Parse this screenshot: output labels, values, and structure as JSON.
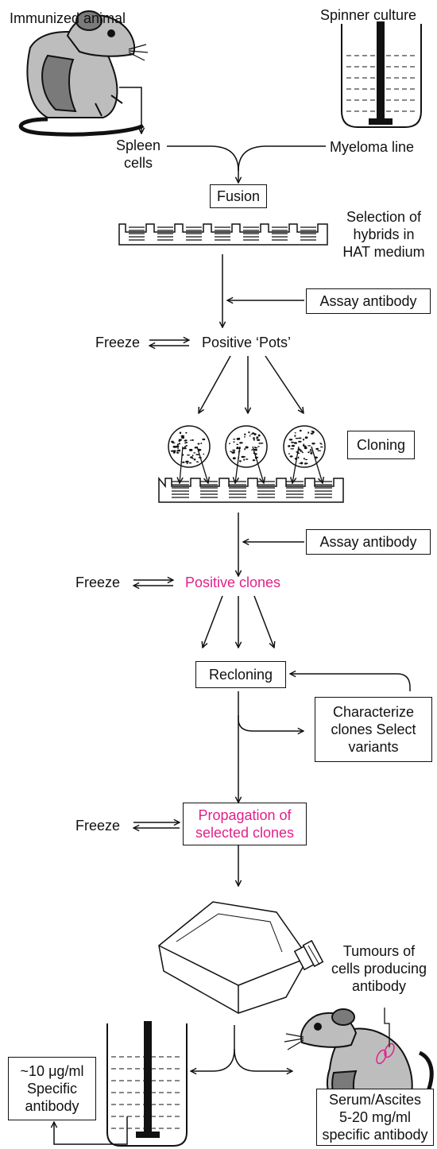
{
  "colors": {
    "ink": "#111111",
    "highlight": "#e0218a",
    "mouse_body": "#bdbdbd",
    "mouse_dark": "#7a7a7a"
  },
  "labels": {
    "immunized_animal": "Immunized animal",
    "spinner_culture": "Spinner culture",
    "spleen_cells": "Spleen\ncells",
    "myeloma_line": "Myeloma line",
    "fusion": "Fusion",
    "selection_hybrids": "Selection of\nhybrids in\nHAT medium",
    "assay_antibody_1": "Assay antibody",
    "freeze_1": "Freeze",
    "positive_pots": "Positive ‘Pots’",
    "cloning": "Cloning",
    "assay_antibody_2": "Assay antibody",
    "freeze_2": "Freeze",
    "positive_clones": "Positive clones",
    "recloning": "Recloning",
    "characterize": "Characterize\nclones Select\nvariants",
    "freeze_3": "Freeze",
    "propagation": "Propagation of\nselected clones",
    "tumours": "Tumours of\ncells producing\nantibody",
    "yield_culture": "~10 μg/ml\nSpecific\nantibody",
    "yield_ascites": "Serum/Ascites\n5-20 mg/ml\nspecific antibody"
  },
  "icons": [
    "mouse-icon",
    "spinner-flask-icon",
    "culture-plate-icon",
    "colony-dish-icon",
    "tissue-flask-icon",
    "tumour-mouse-icon"
  ]
}
